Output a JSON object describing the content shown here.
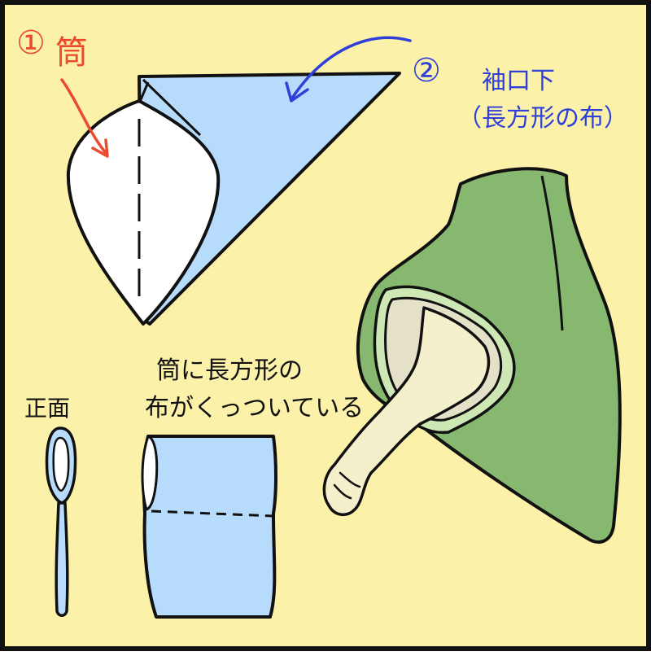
{
  "labels": {
    "tube_number": "①",
    "tube_name": "筒",
    "cuff_number": "②",
    "cuff_name": "袖口下",
    "cuff_desc": "（長方形の布）",
    "front_view": "正面",
    "caption_line1": "筒に長方形の",
    "caption_line2": "布がくっついている"
  },
  "colors": {
    "background": "#fbf1a9",
    "border": "#111111",
    "cloth_blue": "#b7dcfb",
    "tube_white": "#ffffff",
    "sleeve_green": "#86b870",
    "skin": "#f5f0cc",
    "accent_red": "#ec4a2c",
    "accent_blue": "#2f3fd9"
  }
}
